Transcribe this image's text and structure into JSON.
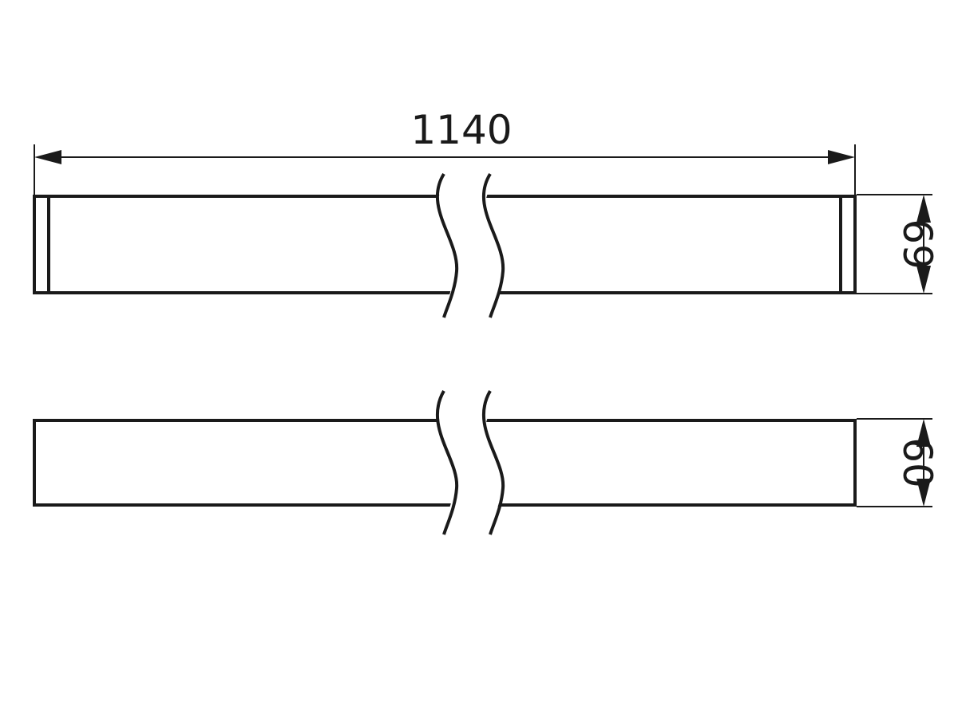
{
  "dimensions": {
    "length": "1140",
    "front_height": "69",
    "side_height": "60"
  },
  "colors": {
    "line": "#1a1a1a",
    "background": "#ffffff"
  }
}
